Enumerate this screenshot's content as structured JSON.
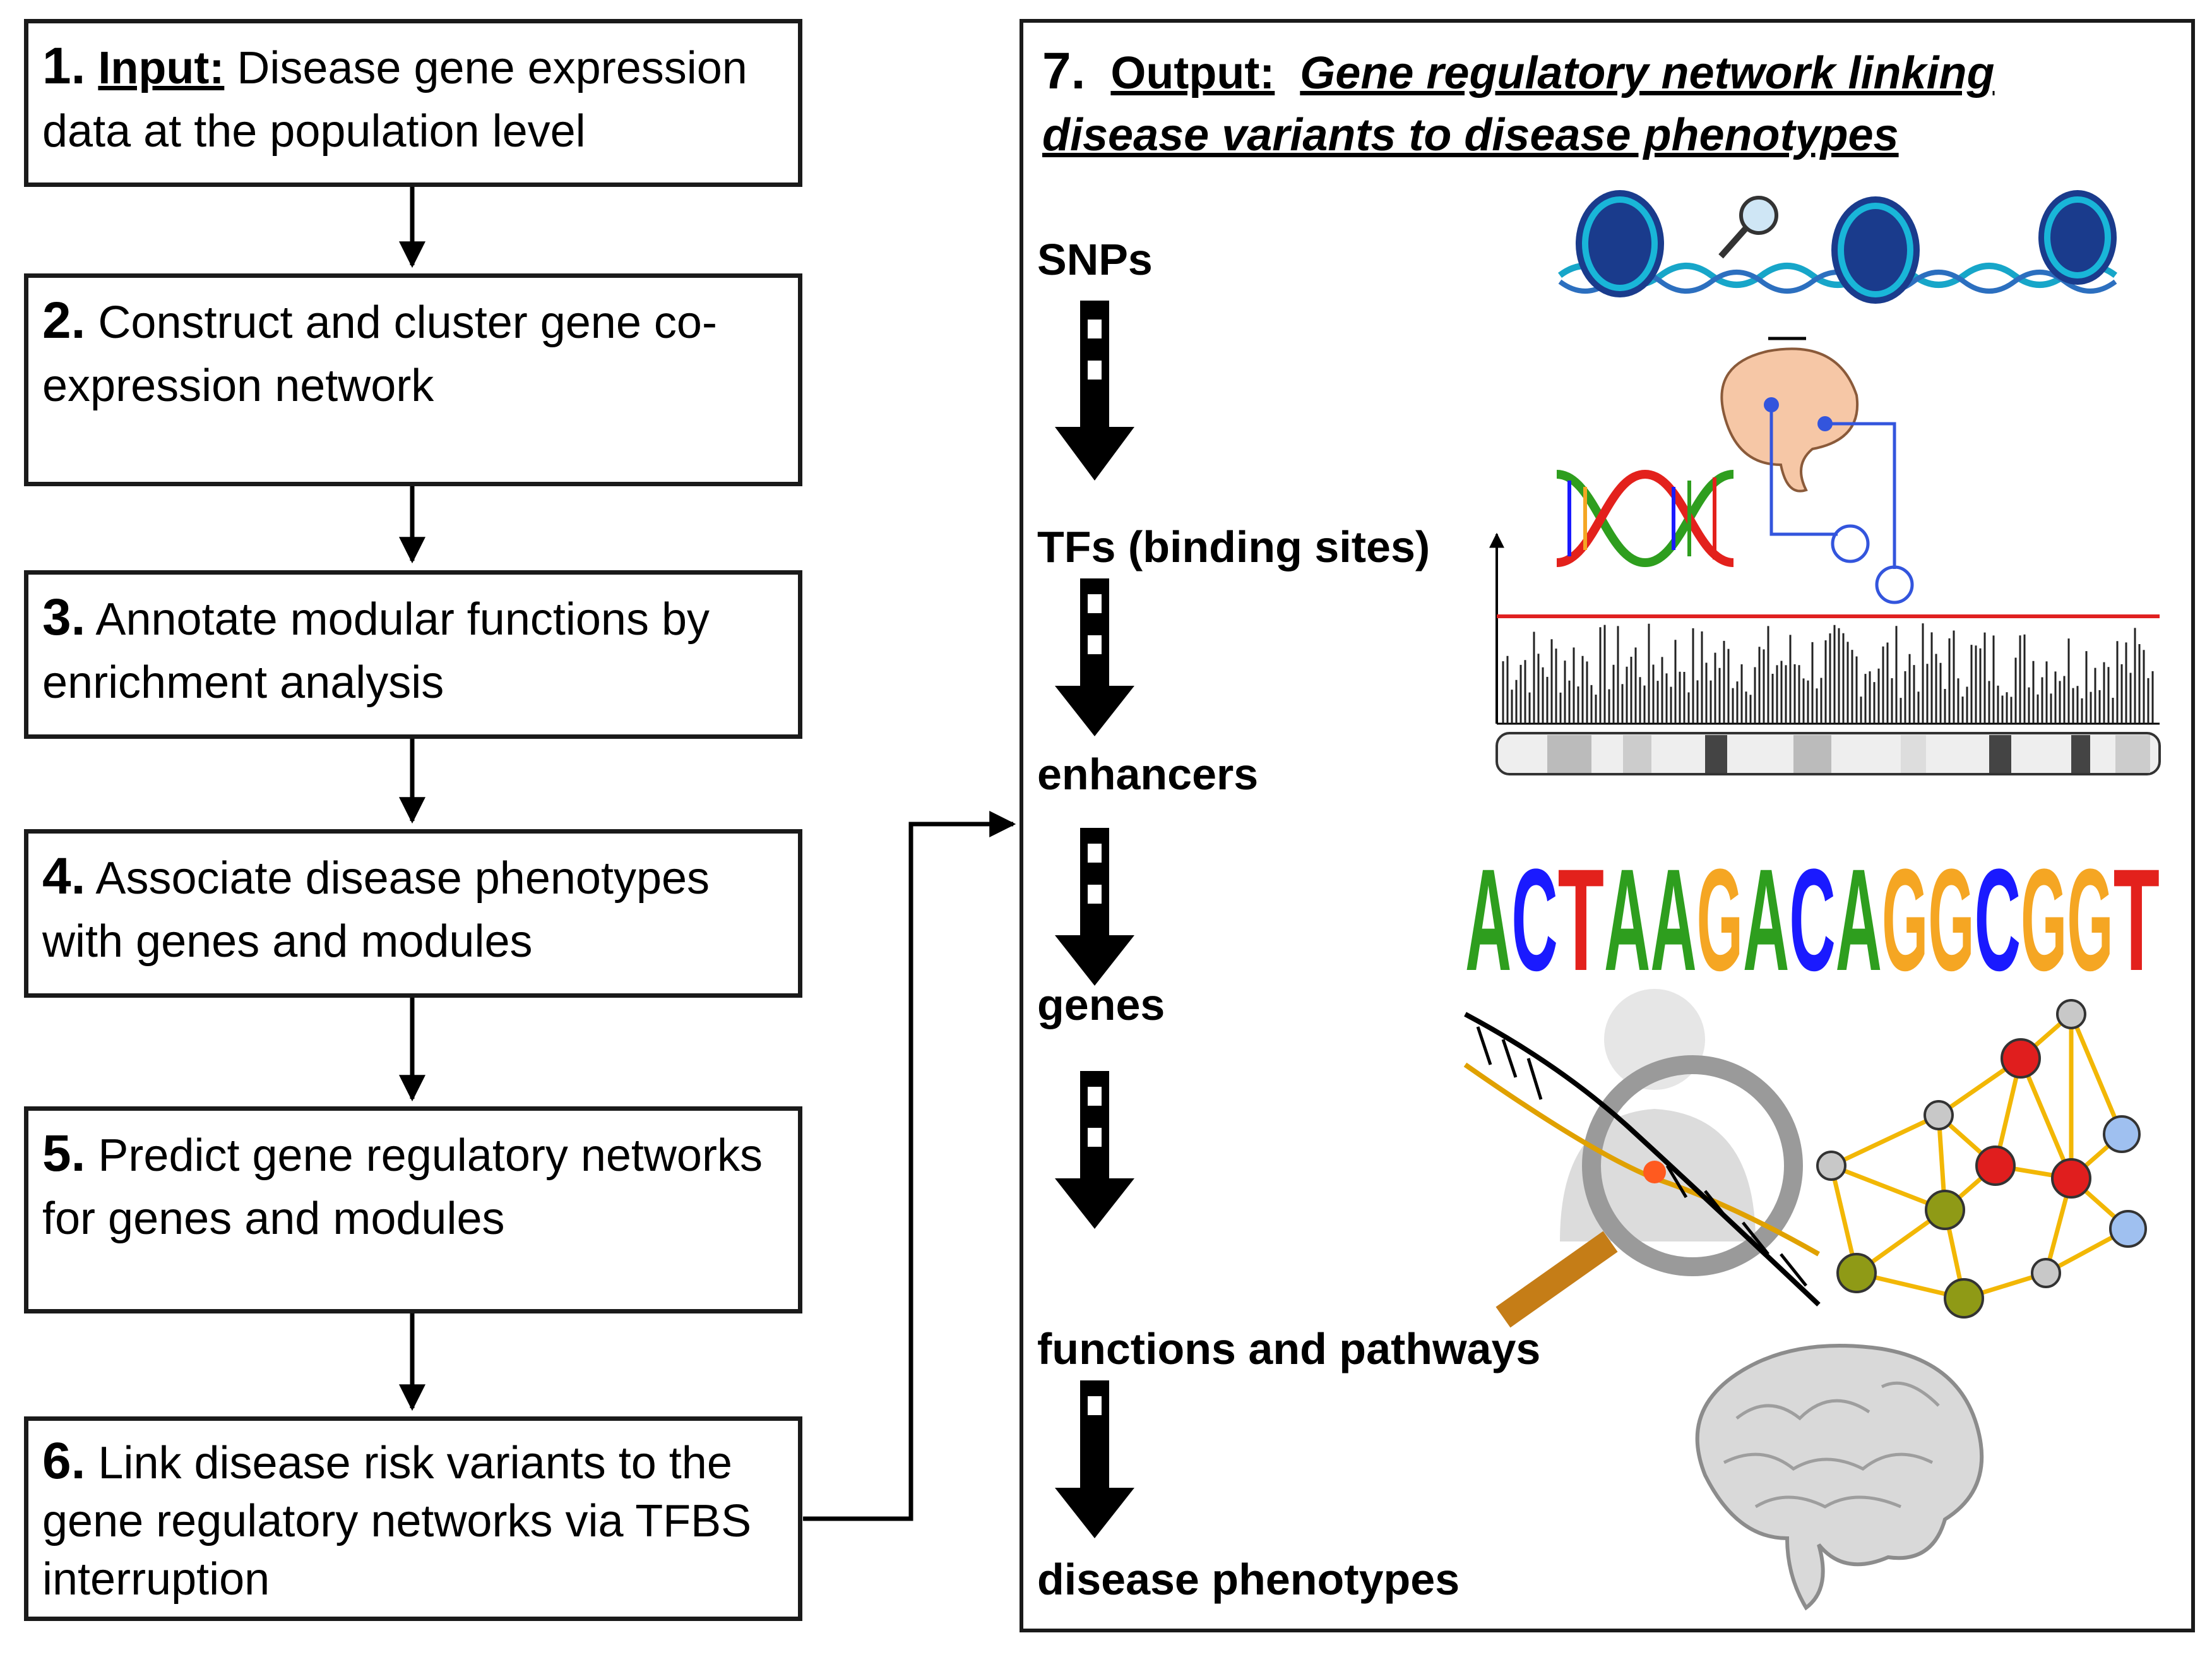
{
  "steps": [
    {
      "number": "1.",
      "keyword": "Input:",
      "text": "Disease gene expression data at the population level"
    },
    {
      "number": "2.",
      "keyword": "",
      "text": "Construct and cluster gene co-expression network"
    },
    {
      "number": "3.",
      "keyword": "",
      "text": "Annotate modular functions by enrichment analysis"
    },
    {
      "number": "4.",
      "keyword": "",
      "text": "Associate disease phenotypes with genes and modules"
    },
    {
      "number": "5.",
      "keyword": "",
      "text": "Predict gene regulatory networks for genes and modules"
    },
    {
      "number": "6.",
      "keyword": "",
      "text": "Link disease risk variants to the gene regulatory networks via TFBS interruption"
    }
  ],
  "output": {
    "number": "7.",
    "label": "Output:",
    "description": "Gene regulatory network linking disease variants to disease phenotypes"
  },
  "stages": [
    "SNPs",
    "TFs (binding sites)",
    "enhancers",
    "genes",
    "functions and pathways",
    "disease phenotypes"
  ],
  "motif_letters": [
    "A",
    "C",
    "T",
    "A",
    "A",
    "G",
    "A",
    "C",
    "A",
    "G",
    "G",
    "C",
    "G",
    "G",
    "T"
  ],
  "colors": {
    "A": "#2e9e1e",
    "C": "#1a1aff",
    "G": "#f5a623",
    "T": "#e3211c",
    "threshold": "#e02020",
    "network_edge": "#f2b705",
    "node_red": "#e01e1e",
    "node_olive": "#8f9a16",
    "node_blue": "#9fc0f0",
    "brain": "#f6c7a6"
  }
}
